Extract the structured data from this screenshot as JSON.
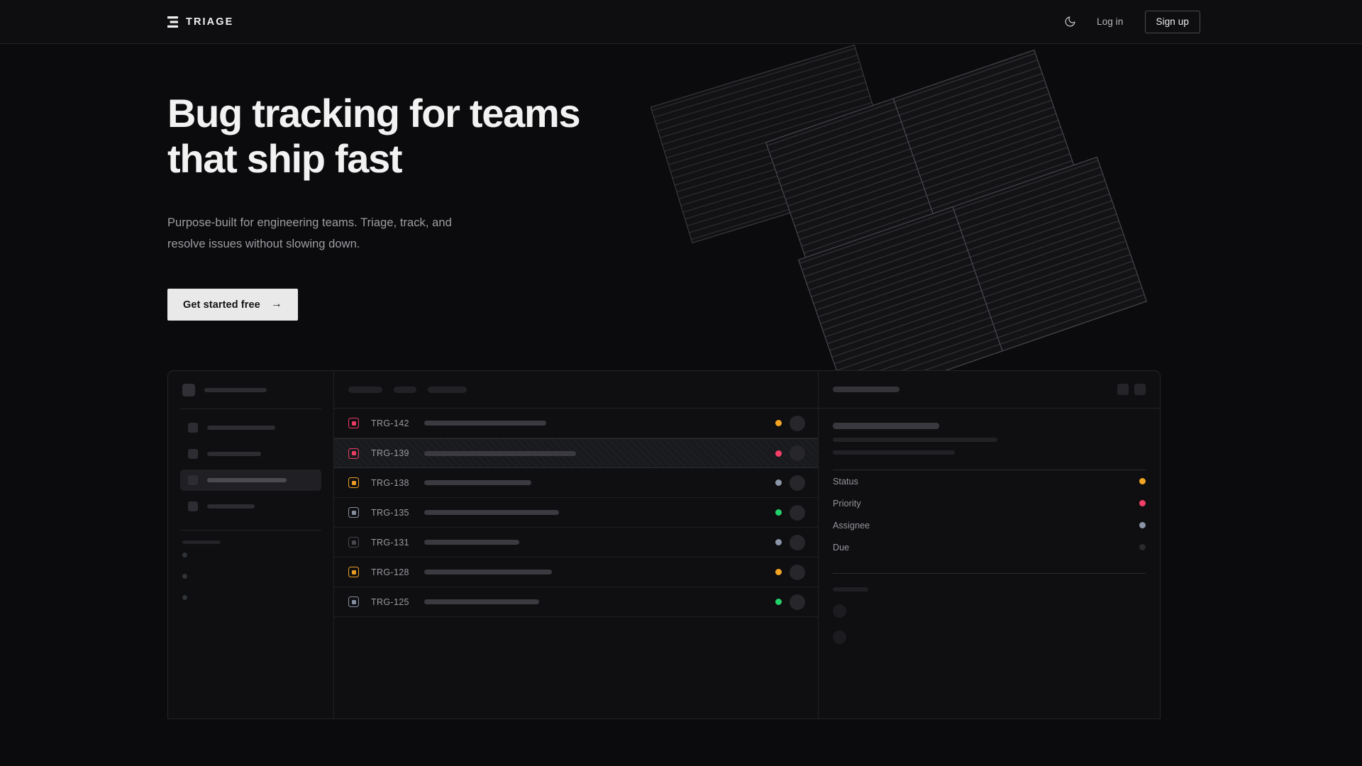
{
  "header": {
    "brand": "TRIAGE",
    "brand_icon": "triage-bars-icon",
    "theme_toggle_icon": "moon-icon",
    "login_label": "Log in",
    "signup_label": "Sign up"
  },
  "hero": {
    "heading": "Bug tracking for teams\nthat ship fast",
    "subtitle": "Purpose-built for engineering teams. Triage, track, and\nresolve issues without slowing down.",
    "cta_label": "Get started free",
    "cta_arrow": "→"
  },
  "app": {
    "sidebar": {
      "nav_items": [
        {
          "width": 96,
          "active": false
        },
        {
          "width": 76,
          "active": false
        },
        {
          "width": 112,
          "active": true
        },
        {
          "width": 67,
          "active": false
        }
      ],
      "mini_items": 3
    },
    "list": {
      "toolbar_pills": [
        48,
        32,
        55
      ],
      "rows": [
        {
          "id": "TRG-142",
          "badge_color": "#f43f68",
          "title_width": 172,
          "status_color": "#f5a524",
          "selected": false
        },
        {
          "id": "TRG-139",
          "badge_color": "#f43f68",
          "title_width": 214,
          "status_color": "#f43f68",
          "selected": true
        },
        {
          "id": "TRG-138",
          "badge_color": "#f5a524",
          "title_width": 151,
          "status_color": "#8b95a8",
          "selected": false
        },
        {
          "id": "TRG-135",
          "badge_color": "#8b95a8",
          "title_width": 190,
          "status_color": "#23d16b",
          "selected": false
        },
        {
          "id": "TRG-131",
          "badge_color": "#4a4a52",
          "title_width": 134,
          "status_color": "#8b95a8",
          "selected": false
        },
        {
          "id": "TRG-128",
          "badge_color": "#f5a524",
          "title_width": 180,
          "status_color": "#f5a524",
          "selected": false
        },
        {
          "id": "TRG-125",
          "badge_color": "#8b95a8",
          "title_width": 162,
          "status_color": "#23d16b",
          "selected": false
        }
      ]
    },
    "detail": {
      "description_lines": [
        232,
        172
      ],
      "meta": [
        {
          "label": "Status",
          "color": "#f5a524"
        },
        {
          "label": "Priority",
          "color": "#f43f68"
        },
        {
          "label": "Assignee",
          "color": "#8b95a8"
        },
        {
          "label": "Due",
          "color": "#2a2a2e"
        }
      ],
      "activity_avatars": 2
    }
  },
  "colors": {
    "page_background": "#0b0b0d",
    "header_background": "#0e0e10",
    "panel_background": "#0f0f11",
    "border": "#252528",
    "accent_amber": "#f5a524",
    "accent_pink": "#f43f68",
    "accent_green": "#23d16b",
    "accent_slate": "#8b95a8",
    "cta_background": "#e9e9e9"
  }
}
